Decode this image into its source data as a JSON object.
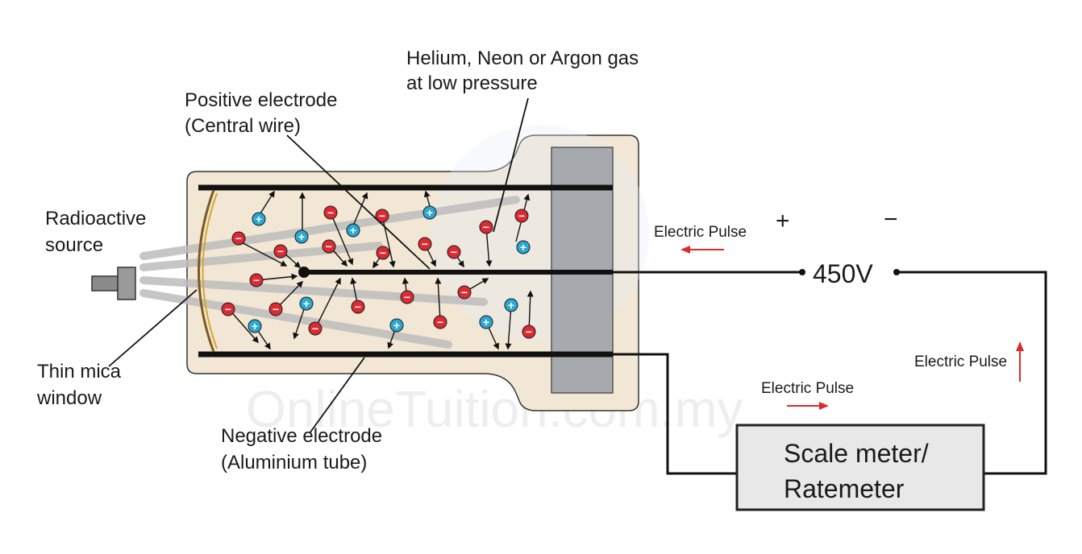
{
  "labels": {
    "gas": [
      "Helium, Neon or Argon gas",
      "at low pressure"
    ],
    "positive_electrode": [
      "Positive electrode",
      "(Central wire)"
    ],
    "radioactive_source": [
      "Radioactive",
      "source"
    ],
    "mica_window": [
      "Thin mica",
      "window"
    ],
    "negative_electrode": [
      "Negative electrode",
      "(Aluminium tube)"
    ],
    "pulse_top": "Electric Pulse",
    "pulse_bottom": "Electric Pulse",
    "pulse_right": "Electric Pulse",
    "plus_sign": "+",
    "minus_sign": "−",
    "voltage": "450V",
    "meter": [
      "Scale meter/",
      "Ratemeter"
    ],
    "watermark": "OnlineTuition.com.my"
  },
  "ion_signs": {
    "positive": "+",
    "negative": "−"
  },
  "colors": {
    "tube_fill": "#f2e6d4",
    "electrode": "#111111",
    "end_cap": "#a6aaae",
    "positive_ion": "#2aa8d4",
    "negative_ion": "#dd2a32",
    "pulse_arrow": "#dd2a2a",
    "meter_fill": "#e8e8e8",
    "ray": "#bdbdbd",
    "mica": "#d9a62a"
  }
}
